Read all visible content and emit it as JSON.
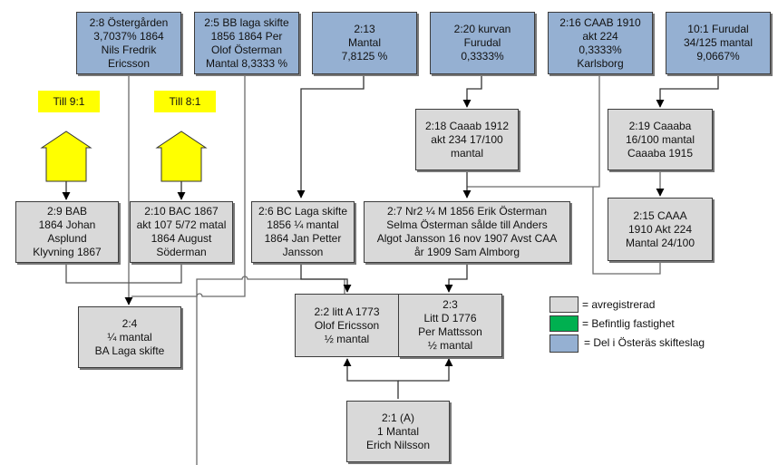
{
  "colors": {
    "deregistered": "#d9d9d9",
    "existing": "#00b050",
    "part_of_skifteslag": "#95b0d2",
    "label_highlight": "#ffff00"
  },
  "nodes": {
    "n2_8": {
      "lines": [
        "2:8 Östergården",
        "3,7037% 1864",
        "Nils Fredrik",
        "Ericsson"
      ],
      "status": "part_of_skifteslag"
    },
    "n2_5": {
      "lines": [
        "2:5 BB laga skifte",
        "1856 1864 Per",
        "Olof Österman",
        "Mantal 8,3333 %"
      ],
      "status": "part_of_skifteslag"
    },
    "n2_13": {
      "lines": [
        "2:13",
        "Mantal",
        "7,8125 %"
      ],
      "status": "part_of_skifteslag"
    },
    "n2_20": {
      "lines": [
        "2:20 kurvan",
        "Furudal",
        "0,3333%"
      ],
      "status": "part_of_skifteslag"
    },
    "n2_16": {
      "lines": [
        "2:16 CAAB 1910",
        "akt 224",
        "0,3333%",
        "Karlsborg"
      ],
      "status": "part_of_skifteslag"
    },
    "n10_1": {
      "lines": [
        "10:1 Furudal",
        "34/125 mantal",
        "9,0667%"
      ],
      "status": "part_of_skifteslag"
    },
    "n2_18": {
      "lines": [
        "2:18 Caaab 1912",
        "akt 234 17/100",
        "mantal"
      ],
      "status": "deregistered"
    },
    "n2_19": {
      "lines": [
        "2:19 Caaaba",
        "16/100 mantal",
        "Caaaba 1915"
      ],
      "status": "deregistered"
    },
    "n2_9": {
      "lines": [
        "2:9 BAB",
        "1864 Johan",
        "Asplund",
        "Klyvning 1867"
      ],
      "status": "deregistered"
    },
    "n2_10": {
      "lines": [
        "2:10 BAC 1867",
        "akt 107 5/72 matal",
        "1864 August",
        "Söderman"
      ],
      "status": "deregistered"
    },
    "n2_6": {
      "lines": [
        "2:6 BC Laga skifte",
        "1856 ¼ mantal",
        "1864 Jan Petter",
        "Jansson"
      ],
      "status": "deregistered"
    },
    "n2_7": {
      "lines": [
        "2:7 Nr2  ¼ M 1856 Erik Österman",
        "Selma Österman sålde till Anders",
        "Algot Jansson 16 nov 1907  Avst CAA",
        "år 1909 Sam Almborg"
      ],
      "status": "deregistered"
    },
    "n2_15": {
      "lines": [
        "2:15 CAAA",
        "1910 Akt 224",
        "Mantal 24/100"
      ],
      "status": "deregistered"
    },
    "n2_4": {
      "lines": [
        "2:4",
        "¼ mantal",
        "BA Laga skifte"
      ],
      "status": "deregistered"
    },
    "n2_2": {
      "lines": [
        "2:2 litt A 1773",
        "Olof Ericsson",
        "½ mantal"
      ],
      "status": "deregistered"
    },
    "n2_3": {
      "lines": [
        "2:3",
        "Litt D 1776",
        "Per Mattsson",
        "½ mantal"
      ],
      "status": "deregistered"
    },
    "n2_1": {
      "lines": [
        "2:1 (A)",
        "1 Mantal",
        "Erich Nilsson"
      ],
      "status": "deregistered"
    }
  },
  "pointers": {
    "till_9_1": "Till 9:1",
    "till_8_1": "Till 8:1"
  },
  "legend": {
    "items": [
      {
        "label": "= avregistrerad",
        "status": "deregistered"
      },
      {
        "label": "= Befintlig fastighet",
        "status": "existing"
      },
      {
        "label": "= Del i Österäs skifteslag",
        "status": "part_of_skifteslag"
      }
    ]
  }
}
